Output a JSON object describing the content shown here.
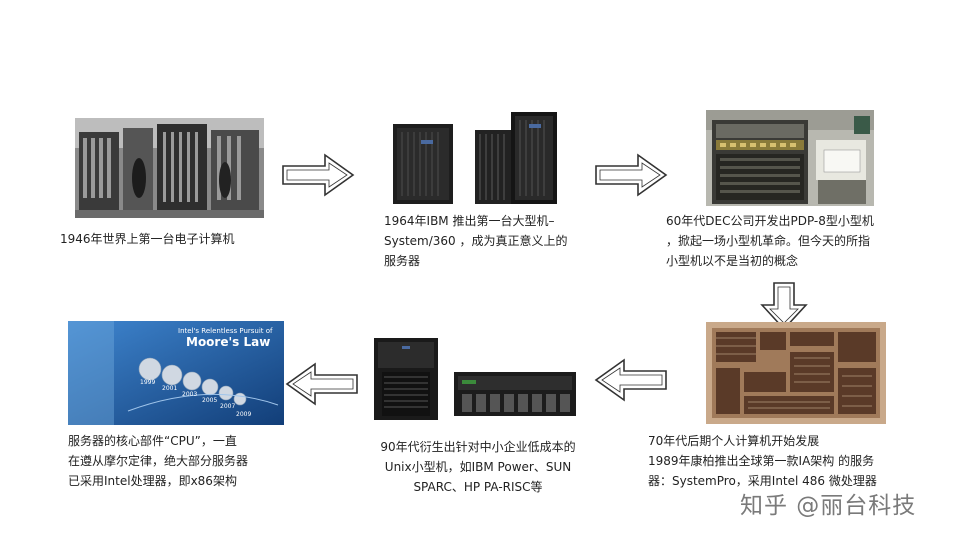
{
  "stages": [
    {
      "id": "eniac",
      "image": "eniac-photo",
      "lines": [
        "1946年世界上第一台电子计算机"
      ]
    },
    {
      "id": "ibm360",
      "image": "ibm-system360-photo",
      "lines": [
        "1964年IBM 推出第一台大型机–",
        "System/360 ，成为真正意义上的",
        "服务器"
      ]
    },
    {
      "id": "dec",
      "image": "dec-pdp8-photo",
      "lines": [
        "60年代DEC公司开发出PDP-8型小型机",
        "，掀起一场小型机革命。但今天的所指",
        "小型机以不是当初的概念"
      ]
    },
    {
      "id": "pc",
      "image": "microprocessor-die-photo",
      "lines": [
        "70年代后期个人计算机开始发展",
        "1989年康柏推出全球第一款IA架构 的服务",
        "器：SystemPro，采用Intel 486 微处理器"
      ]
    },
    {
      "id": "unix",
      "image": "unix-minicomputer-photo",
      "lines": [
        "90年代衍生出针对中小企业低成本的",
        "Unix小型机，如IBM Power、SUN",
        "SPARC、HP PA-RISC等"
      ]
    },
    {
      "id": "cpu",
      "image": "moores-law-poster",
      "lines": [
        "服务器的核心部件“CPU”，一直",
        "在遵从摩尔定律，绝大部分服务器",
        "已采用Intel处理器，即x86架构"
      ]
    }
  ],
  "poster": {
    "title_line1": "Intel's Relentless Pursuit of",
    "title_line2": "Moore's Law",
    "years": [
      "1999",
      "2001",
      "2003",
      "2005",
      "2007",
      "2009"
    ]
  },
  "watermark": {
    "text": "知乎 @丽台科技"
  },
  "colors": {
    "text": "#222222",
    "arrow_stroke": "#333333",
    "poster_blue": "#1f5fa8",
    "watermark": "#7a7a7a"
  }
}
